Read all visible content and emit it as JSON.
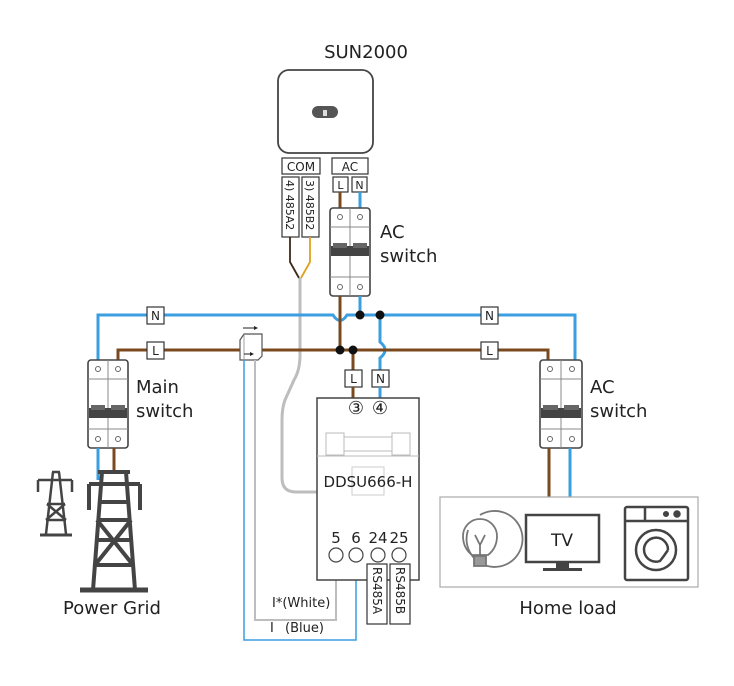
{
  "title": "SUN2000",
  "inverter": {
    "com_label": "COM",
    "ac_label": "AC",
    "com_pins": [
      "4) 485A2",
      "3) 485B2"
    ],
    "ac_pins": [
      "L",
      "N"
    ]
  },
  "inverter_ac_switch": {
    "label_line1": "AC",
    "label_line2": "switch"
  },
  "bus_labels": {
    "neutral": "N",
    "line": "L"
  },
  "main_switch": {
    "label_line1": "Main",
    "label_line2": "switch"
  },
  "load_ac_switch": {
    "label_line1": "AC",
    "label_line2": "switch"
  },
  "meter": {
    "model": "DDSU666-H",
    "input_labels": [
      "L",
      "N"
    ],
    "input_terminals": [
      "③",
      "④"
    ],
    "terminal_numbers": [
      "5",
      "6",
      "24",
      "25"
    ],
    "rs485_labels": [
      "RS485A",
      "RS485B"
    ]
  },
  "ct_wires": {
    "white": "I*(White)",
    "blue": "I",
    "blue_suffix": "(Blue)"
  },
  "power_grid": {
    "label": "Power Grid"
  },
  "home_load": {
    "label": "Home load",
    "tv_label": "TV",
    "appliances": [
      "lightbulb-icon",
      "tv-icon",
      "washing-machine-icon"
    ]
  },
  "colors": {
    "line": "#7a4a1e",
    "neutral": "#3a9ee0",
    "ct_white": "#bdbdbd",
    "rs485a": "#3a2a1a",
    "rs485b": "#e0a020",
    "outline": "#444444"
  }
}
